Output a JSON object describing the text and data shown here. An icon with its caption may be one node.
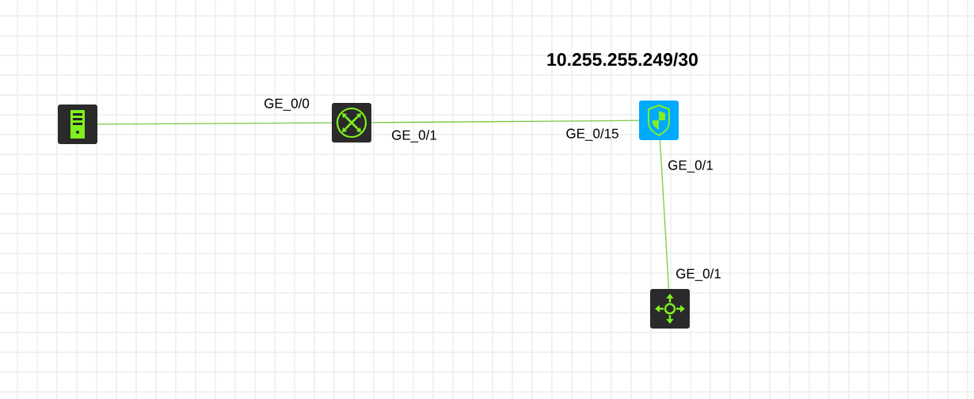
{
  "diagram": {
    "title": "10.255.255.249/30",
    "nodes": [
      {
        "text": [],
        "shape": "server"
      },
      {
        "text": [],
        "shape": "switch",
        "beside": [
          "GE_0/0",
          "GE_0/1"
        ]
      },
      {
        "text": [],
        "shape": "firewall",
        "beside": [
          "GE_0/15",
          "GE_0/1"
        ]
      },
      {
        "text": [],
        "shape": "router",
        "beside": [
          "GE_0/1"
        ]
      }
    ],
    "edges": [
      {
        "from": 0,
        "to": 1,
        "arrow": "none"
      },
      {
        "from": 1,
        "to": 2,
        "arrow": "none"
      },
      {
        "from": 2,
        "to": 3,
        "arrow": "none"
      }
    ]
  }
}
